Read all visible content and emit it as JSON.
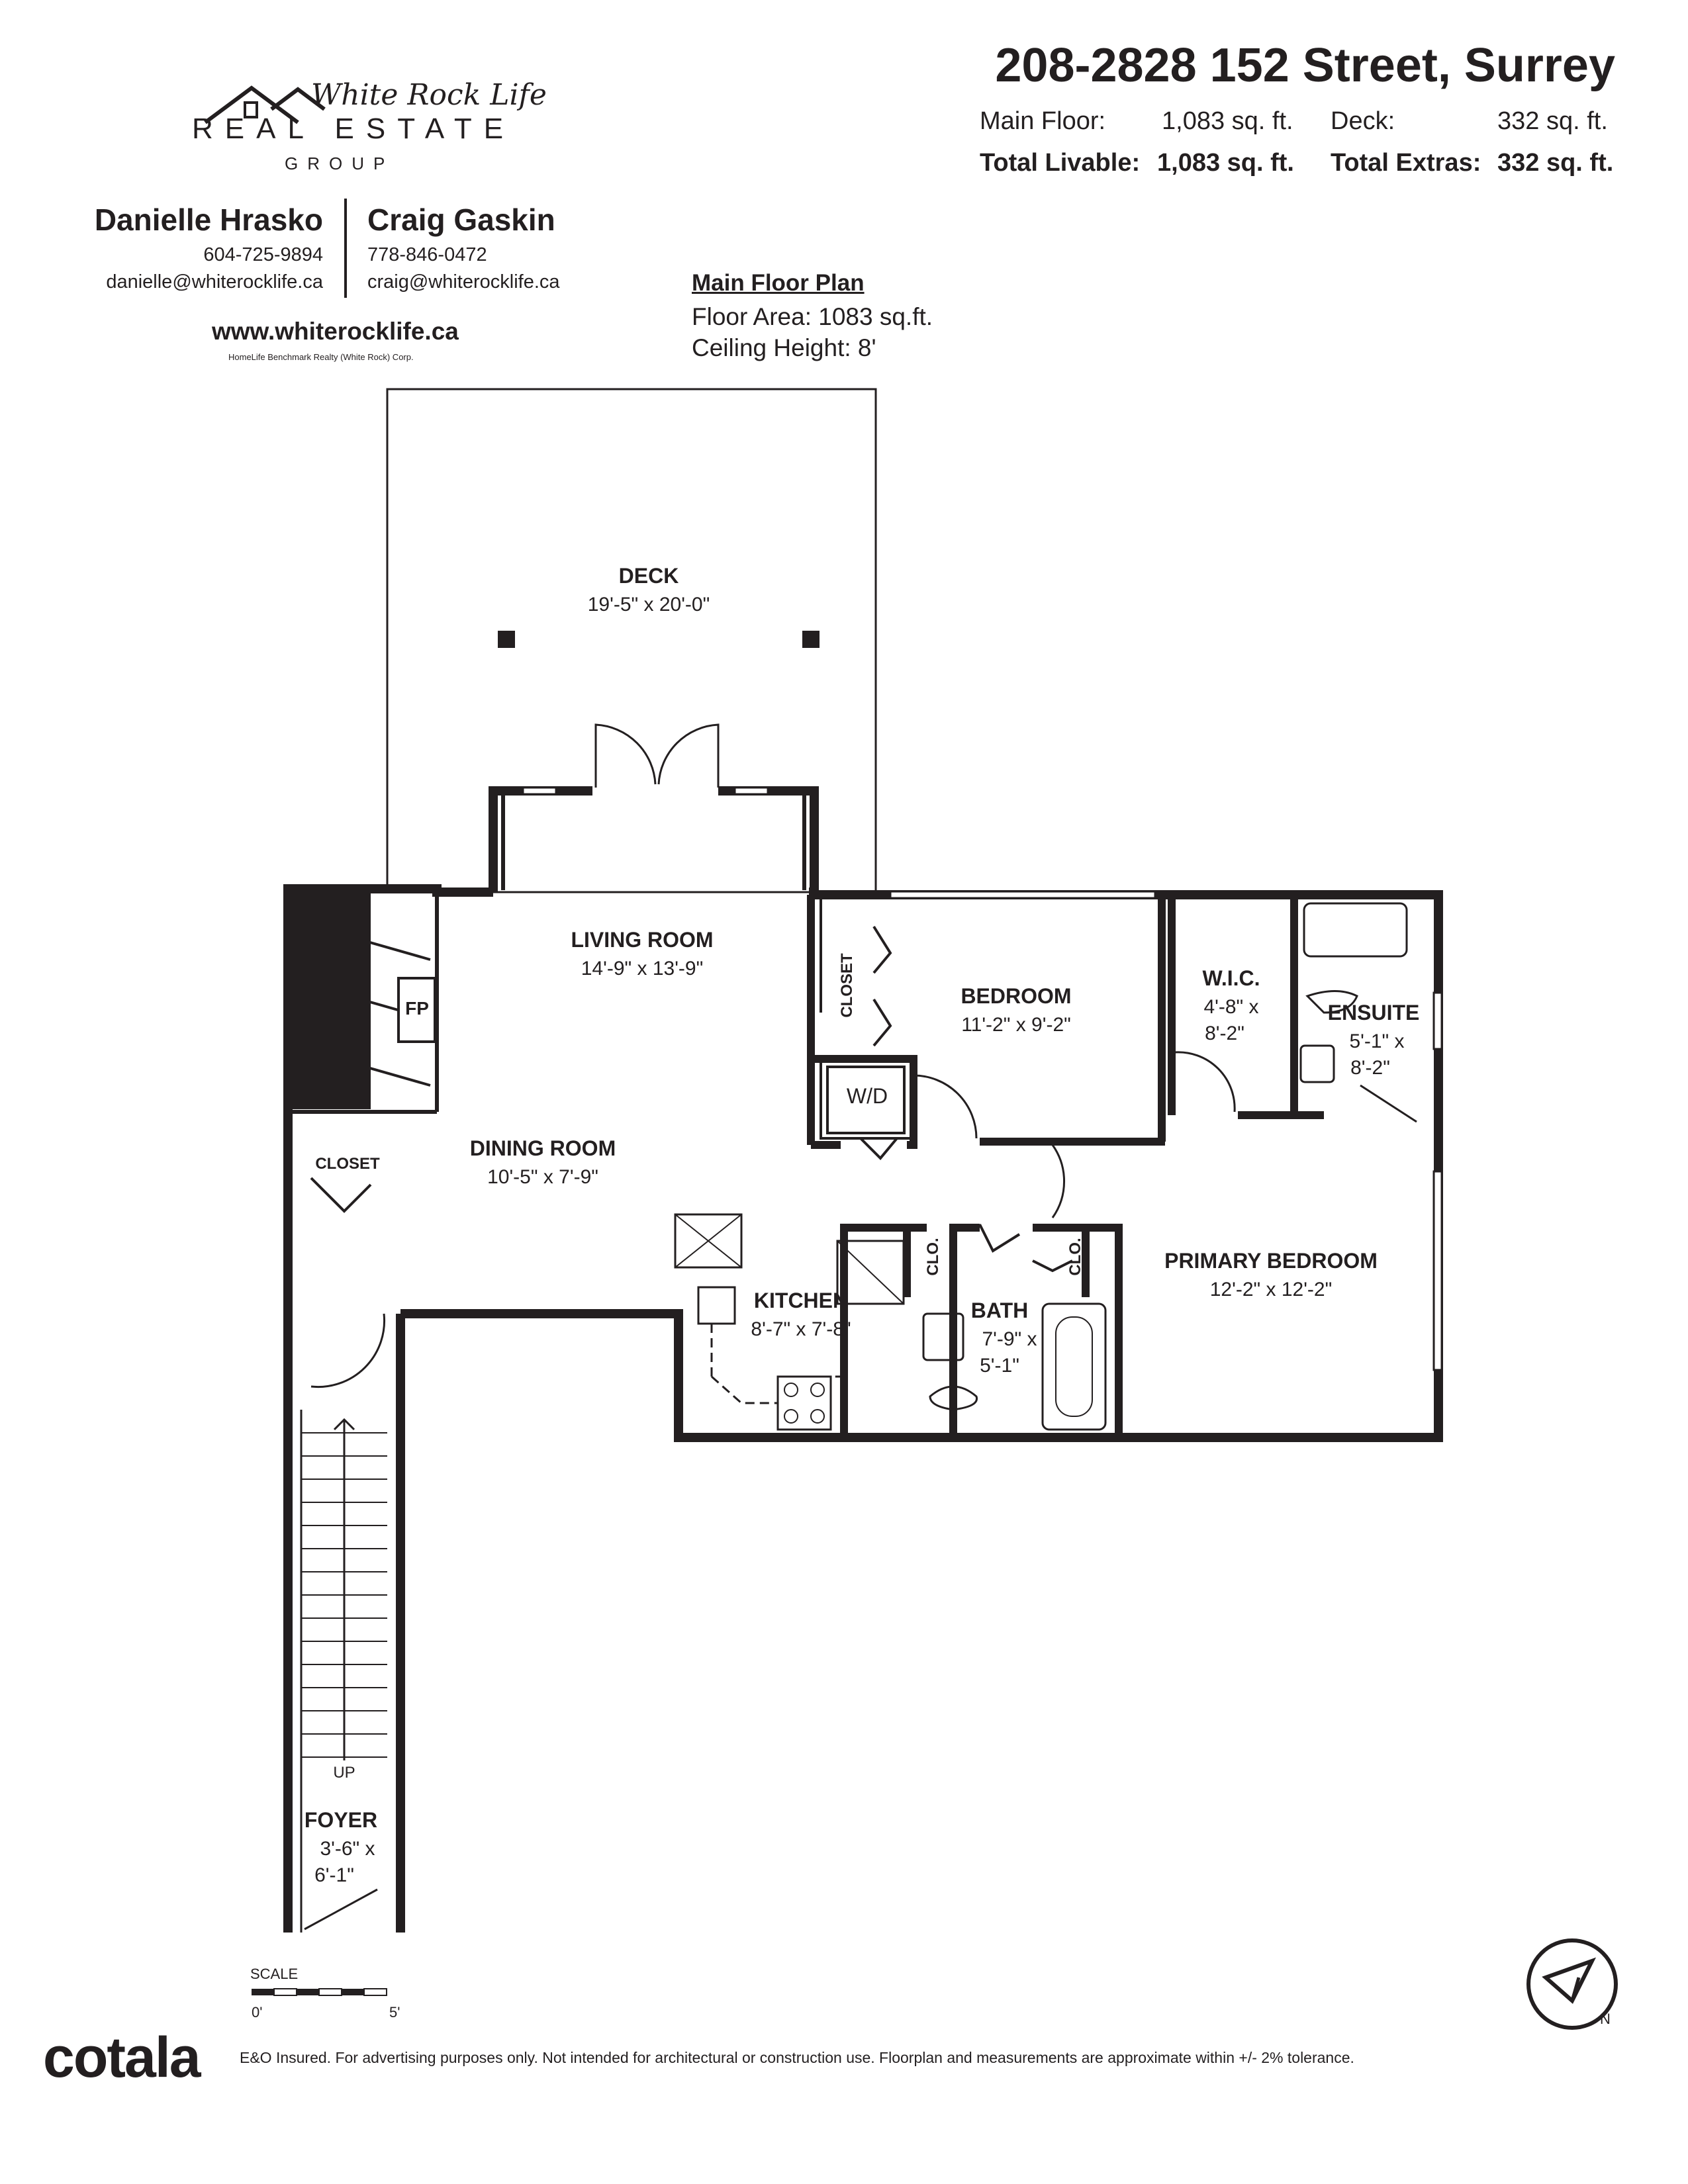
{
  "branding": {
    "logo_script": "White Rock Life",
    "logo_main": "REAL ESTATE",
    "logo_sub": "GROUP",
    "website": "www.whiterocklife.ca",
    "brokerage": "HomeLife Benchmark Realty (White Rock) Corp.",
    "footer_brand": "cotala",
    "disclaimer": "E&O Insured. For advertising purposes only. Not intended for architectural or construction use. Floorplan and measurements are approximate within +/- 2% tolerance."
  },
  "agents": [
    {
      "name": "Danielle Hrasko",
      "phone": "604-725-9894",
      "email": "danielle@whiterocklife.ca"
    },
    {
      "name": "Craig Gaskin",
      "phone": "778-846-0472",
      "email": "craig@whiterocklife.ca"
    }
  ],
  "property": {
    "address": "208-2828 152 Street, Surrey",
    "main_floor_label": "Main Floor:",
    "main_floor_value": "1,083 sq. ft.",
    "deck_label": "Deck:",
    "deck_value": "332 sq. ft.",
    "total_livable_label": "Total Livable:",
    "total_livable_value": "1,083 sq. ft.",
    "total_extras_label": "Total Extras:",
    "total_extras_value": "332 sq. ft."
  },
  "plan": {
    "title": "Main Floor Plan",
    "floor_area": "Floor Area: 1083 sq.ft.",
    "ceiling_height": "Ceiling Height: 8'"
  },
  "rooms": {
    "deck": {
      "name": "DECK",
      "dim": "19'-5\" x 20'-0\""
    },
    "living": {
      "name": "LIVING ROOM",
      "dim": "14'-9\" x 13'-9\""
    },
    "dining": {
      "name": "DINING ROOM",
      "dim": "10'-5\" x 7'-9\""
    },
    "bedroom": {
      "name": "BEDROOM",
      "dim": "11'-2\" x 9'-2\""
    },
    "wic": {
      "name": "W.I.C.",
      "dim1": "4'-8\" x",
      "dim2": "8'-2\""
    },
    "ensuite": {
      "name": "ENSUITE",
      "dim1": "5'-1\" x",
      "dim2": "8'-2\""
    },
    "kitchen": {
      "name": "KITCHEN",
      "dim": "8'-7\" x 7'-8\""
    },
    "bath": {
      "name": "BATH",
      "dim1": "7'-9\" x",
      "dim2": "5'-1\""
    },
    "primary": {
      "name": "PRIMARY BEDROOM",
      "dim": "12'-2\" x 12'-2\""
    },
    "foyer": {
      "name": "FOYER",
      "dim1": "3'-6\" x",
      "dim2": "6'-1\""
    }
  },
  "fixtures": {
    "closet": "CLOSET",
    "closet_small": "CLOSET",
    "fireplace": "FP",
    "washer_dryer": "W/D",
    "clo": "CLO.",
    "stair_up": "UP"
  },
  "scale": {
    "label": "SCALE",
    "start": "0'",
    "end": "5'"
  }
}
